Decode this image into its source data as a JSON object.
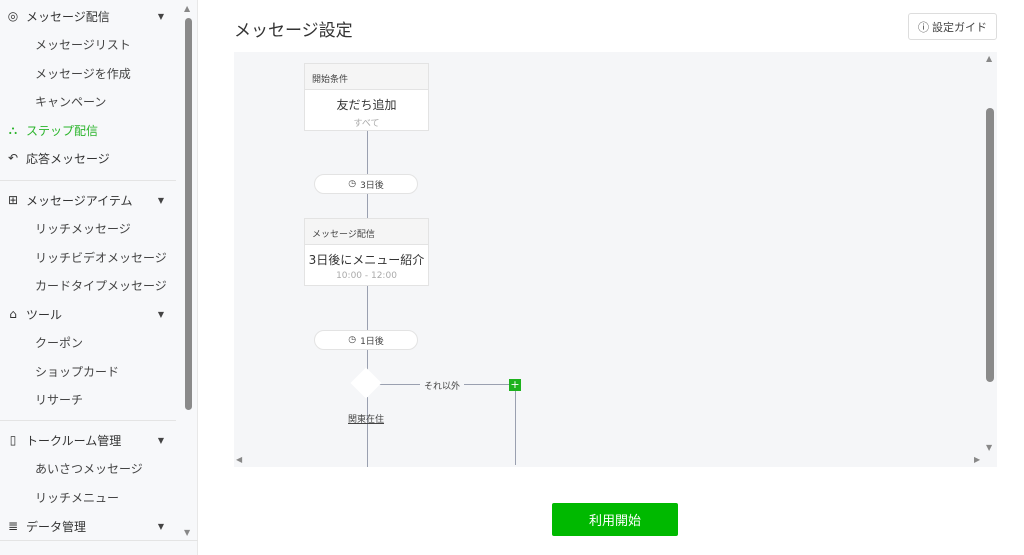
{
  "sidebar": {
    "items": [
      {
        "label": "メッセージ配信",
        "type": "top",
        "icon": "broadcast-icon",
        "caret": true
      },
      {
        "label": "メッセージリスト",
        "type": "sub"
      },
      {
        "label": "メッセージを作成",
        "type": "sub"
      },
      {
        "label": "キャンペーン",
        "type": "sub"
      },
      {
        "label": "ステップ配信",
        "type": "top",
        "icon": "step-icon",
        "active": true
      },
      {
        "label": "応答メッセージ",
        "type": "top",
        "icon": "reply-icon"
      },
      {
        "label": "メッセージアイテム",
        "type": "top",
        "icon": "message-add-icon",
        "caret": true
      },
      {
        "label": "リッチメッセージ",
        "type": "sub"
      },
      {
        "label": "リッチビデオメッセージ",
        "type": "sub"
      },
      {
        "label": "カードタイプメッセージ",
        "type": "sub"
      },
      {
        "label": "ツール",
        "type": "top",
        "icon": "shop-icon",
        "caret": true
      },
      {
        "label": "クーポン",
        "type": "sub"
      },
      {
        "label": "ショップカード",
        "type": "sub"
      },
      {
        "label": "リサーチ",
        "type": "sub"
      },
      {
        "label": "トークルーム管理",
        "type": "top",
        "icon": "chatroom-icon",
        "caret": true
      },
      {
        "label": "あいさつメッセージ",
        "type": "sub"
      },
      {
        "label": "リッチメニュー",
        "type": "sub"
      },
      {
        "label": "データ管理",
        "type": "top",
        "icon": "database-icon",
        "caret": true
      }
    ]
  },
  "main": {
    "title": "メッセージ設定",
    "guide_label": "設定ガイド",
    "start_button": "利用開始"
  },
  "flow": {
    "start": {
      "header": "開始条件",
      "title": "友だち追加",
      "sub": "すべて"
    },
    "wait1": "3日後",
    "message": {
      "header": "メッセージ配信",
      "title": "3日後にメニュー紹介",
      "sub": "10:00 - 12:00"
    },
    "wait2": "1日後",
    "else_label": "それ以外",
    "condition_label": "関東在住"
  },
  "colors": {
    "accent": "#2ab42a",
    "button": "#00b900"
  }
}
